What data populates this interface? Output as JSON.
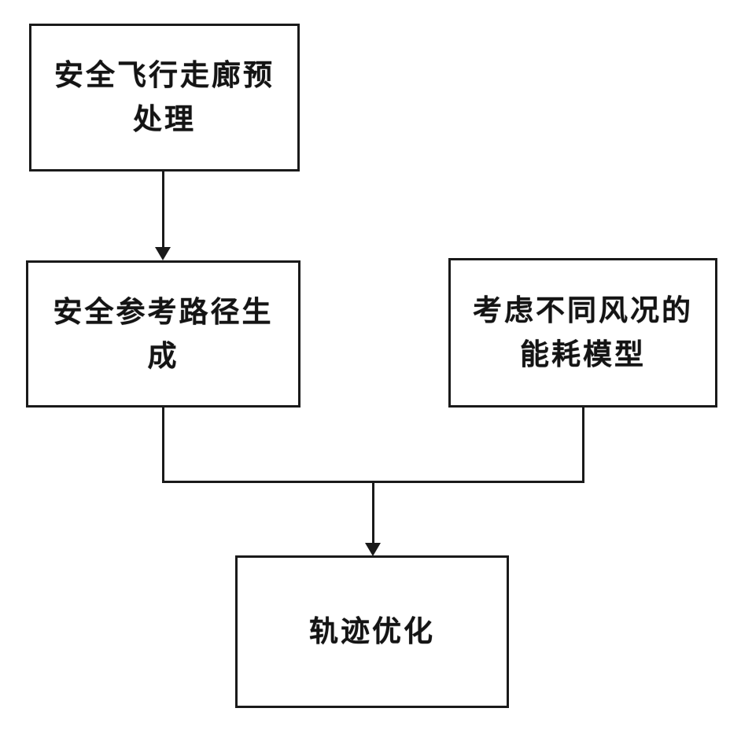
{
  "flowchart": {
    "colors": {
      "stroke": "#1a1a1a",
      "text": "#141414",
      "background": "#ffffff"
    },
    "nodes": [
      {
        "name": "safe-flight-corridor-preprocessing",
        "label": "安全飞行走廊预处理",
        "lines": [
          "安全飞行走廊预",
          "处理"
        ]
      },
      {
        "name": "safe-reference-path-generation",
        "label": "安全参考路径生成",
        "lines": [
          "安全参考路径生",
          "成"
        ]
      },
      {
        "name": "wind-aware-energy-model",
        "label": "考虑不同风况的能耗模型",
        "lines": [
          "考虑不同风况的",
          "能耗模型"
        ]
      },
      {
        "name": "trajectory-optimization",
        "label": "轨迹优化",
        "lines": [
          "轨迹优化"
        ]
      }
    ],
    "edges": [
      {
        "from": "safe-flight-corridor-preprocessing",
        "to": "safe-reference-path-generation",
        "type": "arrow-down"
      },
      {
        "from": "safe-reference-path-generation",
        "to": "trajectory-optimization",
        "type": "elbow-arrow-down"
      },
      {
        "from": "wind-aware-energy-model",
        "to": "trajectory-optimization",
        "type": "elbow-arrow-down"
      }
    ]
  }
}
